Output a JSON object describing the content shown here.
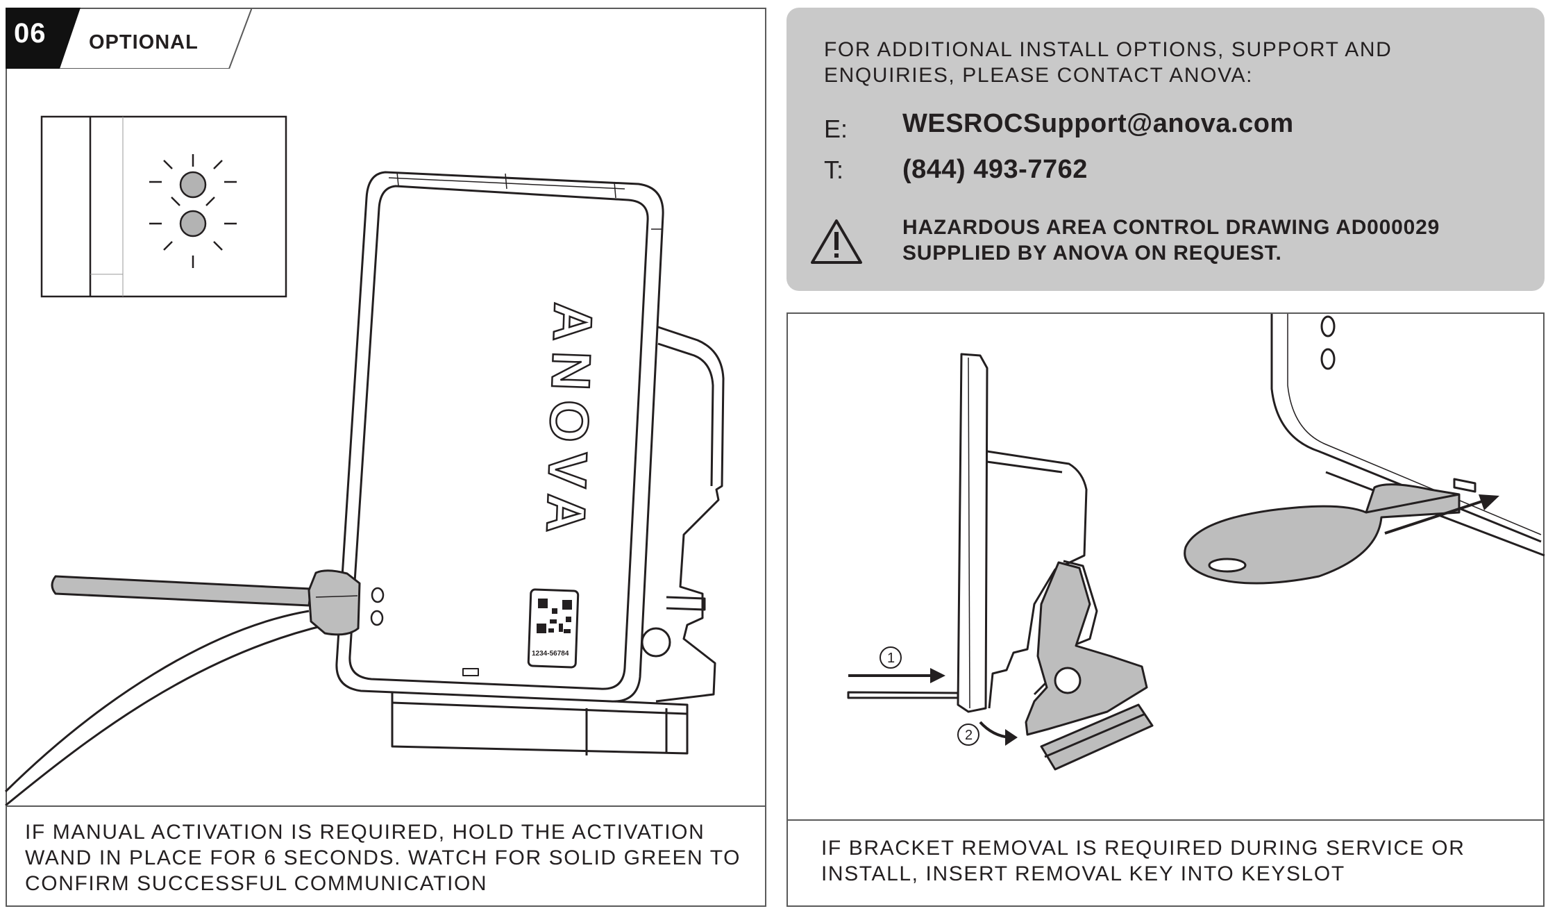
{
  "step": {
    "number": "06",
    "label": "OPTIONAL"
  },
  "contact": {
    "intro": "FOR ADDITIONAL INSTALL OPTIONS, SUPPORT AND ENQUIRIES, PLEASE CONTACT ANOVA:",
    "email_key": "E:",
    "email_value": "WESROCSupport@anova.com",
    "phone_key": "T:",
    "phone_value": "(844) 493-7762",
    "hazard_note": "HAZARDOUS AREA CONTROL DRAWING AD000029 SUPPLIED BY ANOVA ON REQUEST.",
    "hazard_icon": "warning-triangle-icon"
  },
  "left_illustration": {
    "brand": "ANOVA",
    "device_label": "1234-56784",
    "caption": "IF MANUAL ACTIVATION IS REQUIRED, HOLD THE ACTIVATION WAND IN PLACE FOR 6 SECONDS. WATCH FOR SOLID GREEN TO CONFIRM SUCCESSFUL COMMUNICATION"
  },
  "right_illustration": {
    "step_marker_1": "①",
    "step_marker_2": "②",
    "caption": "IF BRACKET REMOVAL IS REQUIRED DURING SERVICE OR INSTALL, INSERT REMOVAL KEY INTO KEYSLOT"
  },
  "colors": {
    "line": "#231f20",
    "panel_gray": "#c9c9c9",
    "part_gray": "#bdbdbd",
    "led_gray": "#b3b3b3"
  }
}
